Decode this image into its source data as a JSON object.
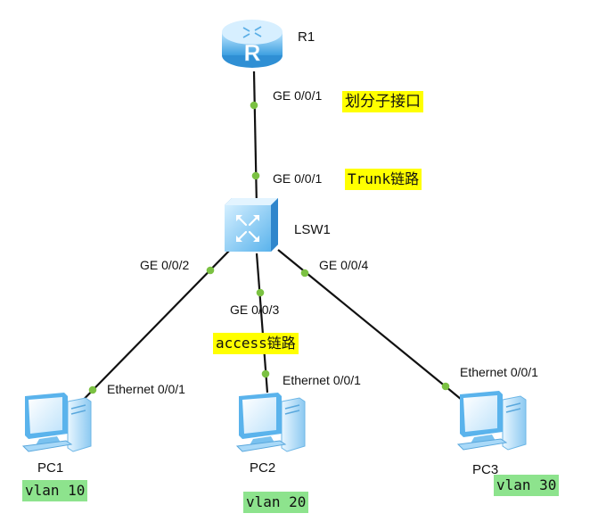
{
  "colors": {
    "link": "#111111",
    "port_dot": "#7bc142",
    "trunk_note_bg": "#ffff00",
    "vlan_note_bg": "#8de38d",
    "device_blue": "#5ab3ec"
  },
  "devices": {
    "router": {
      "name": "R1",
      "icon": "router-icon"
    },
    "switch": {
      "name": "LSW1",
      "icon": "switch-icon"
    },
    "pc1": {
      "name": "PC1",
      "icon": "pc-icon"
    },
    "pc2": {
      "name": "PC2",
      "icon": "pc-icon"
    },
    "pc3": {
      "name": "PC3",
      "icon": "pc-icon"
    }
  },
  "ports": {
    "r1_ge001": "GE 0/0/1",
    "lsw1_ge001": "GE 0/0/1",
    "lsw1_ge002": "GE 0/0/2",
    "lsw1_ge003": "GE 0/0/3",
    "lsw1_ge004": "GE 0/0/4",
    "pc1_eth": "Ethernet 0/0/1",
    "pc2_eth": "Ethernet 0/0/1",
    "pc3_eth": "Ethernet 0/0/1"
  },
  "notes": {
    "subinterface": "划分子接口",
    "trunk": "Trunk链路",
    "access": "access链路",
    "pc1_vlan": "vlan 10",
    "pc2_vlan": "vlan 20",
    "pc3_vlan": "vlan 30"
  }
}
